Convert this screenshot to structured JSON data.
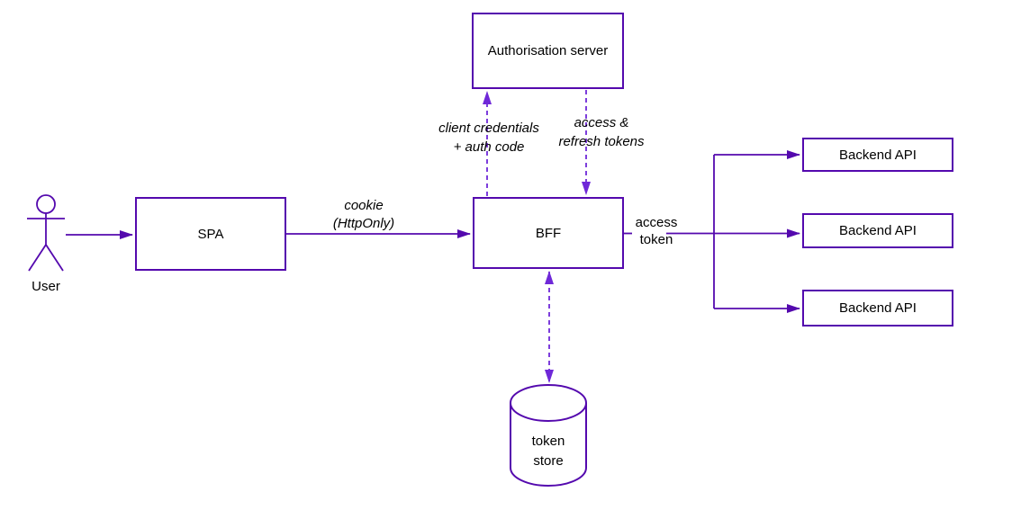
{
  "colors": {
    "stroke": "#5409ae",
    "dashed": "#6f28d8",
    "text": "#000000",
    "bg": "#ffffff"
  },
  "nodes": {
    "user": {
      "label": "User"
    },
    "spa": {
      "label": "SPA"
    },
    "bff": {
      "label": "BFF"
    },
    "auth_server": {
      "label": "Authorisation server"
    },
    "backend_api_1": {
      "label": "Backend API"
    },
    "backend_api_2": {
      "label": "Backend API"
    },
    "backend_api_3": {
      "label": "Backend API"
    },
    "token_store": {
      "line1": "token",
      "line2": "store"
    }
  },
  "edge_labels": {
    "cookie": {
      "line1": "cookie",
      "line2": "(HttpOnly)",
      "style": "italic"
    },
    "client_credentials": {
      "line1": "client credentials",
      "line2": "+ auth code",
      "style": "italic"
    },
    "token_response": {
      "line1": "access &",
      "line2": "refresh tokens",
      "style": "italic"
    },
    "access_token": {
      "line1": "access",
      "line2": "token",
      "style": "normal"
    }
  }
}
